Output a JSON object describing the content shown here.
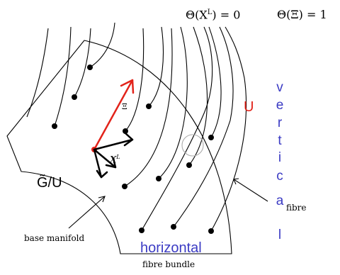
{
  "equations": {
    "theta_xl": "Θ(X",
    "theta_xl_sup": "L",
    "theta_xl_rhs": ") = 0",
    "theta_xi": "Θ(Ξ) = 1"
  },
  "labels": {
    "xi": "Ξ",
    "xl": "X",
    "xl_sup": "L",
    "u_red": "U",
    "quotient": "G̃/U",
    "base_manifold": "base manifold",
    "fibre": "fibre",
    "horizontal": "horizontal",
    "fibre_bundle": "fibre bundle",
    "vertical_letters": [
      "v",
      "e",
      "r",
      "t",
      "i",
      "c",
      "a",
      "l"
    ]
  },
  "colors": {
    "ink": "#000000",
    "red": "#e2231a",
    "blue": "#3b3bc4",
    "circle": "#aaaaaa"
  }
}
